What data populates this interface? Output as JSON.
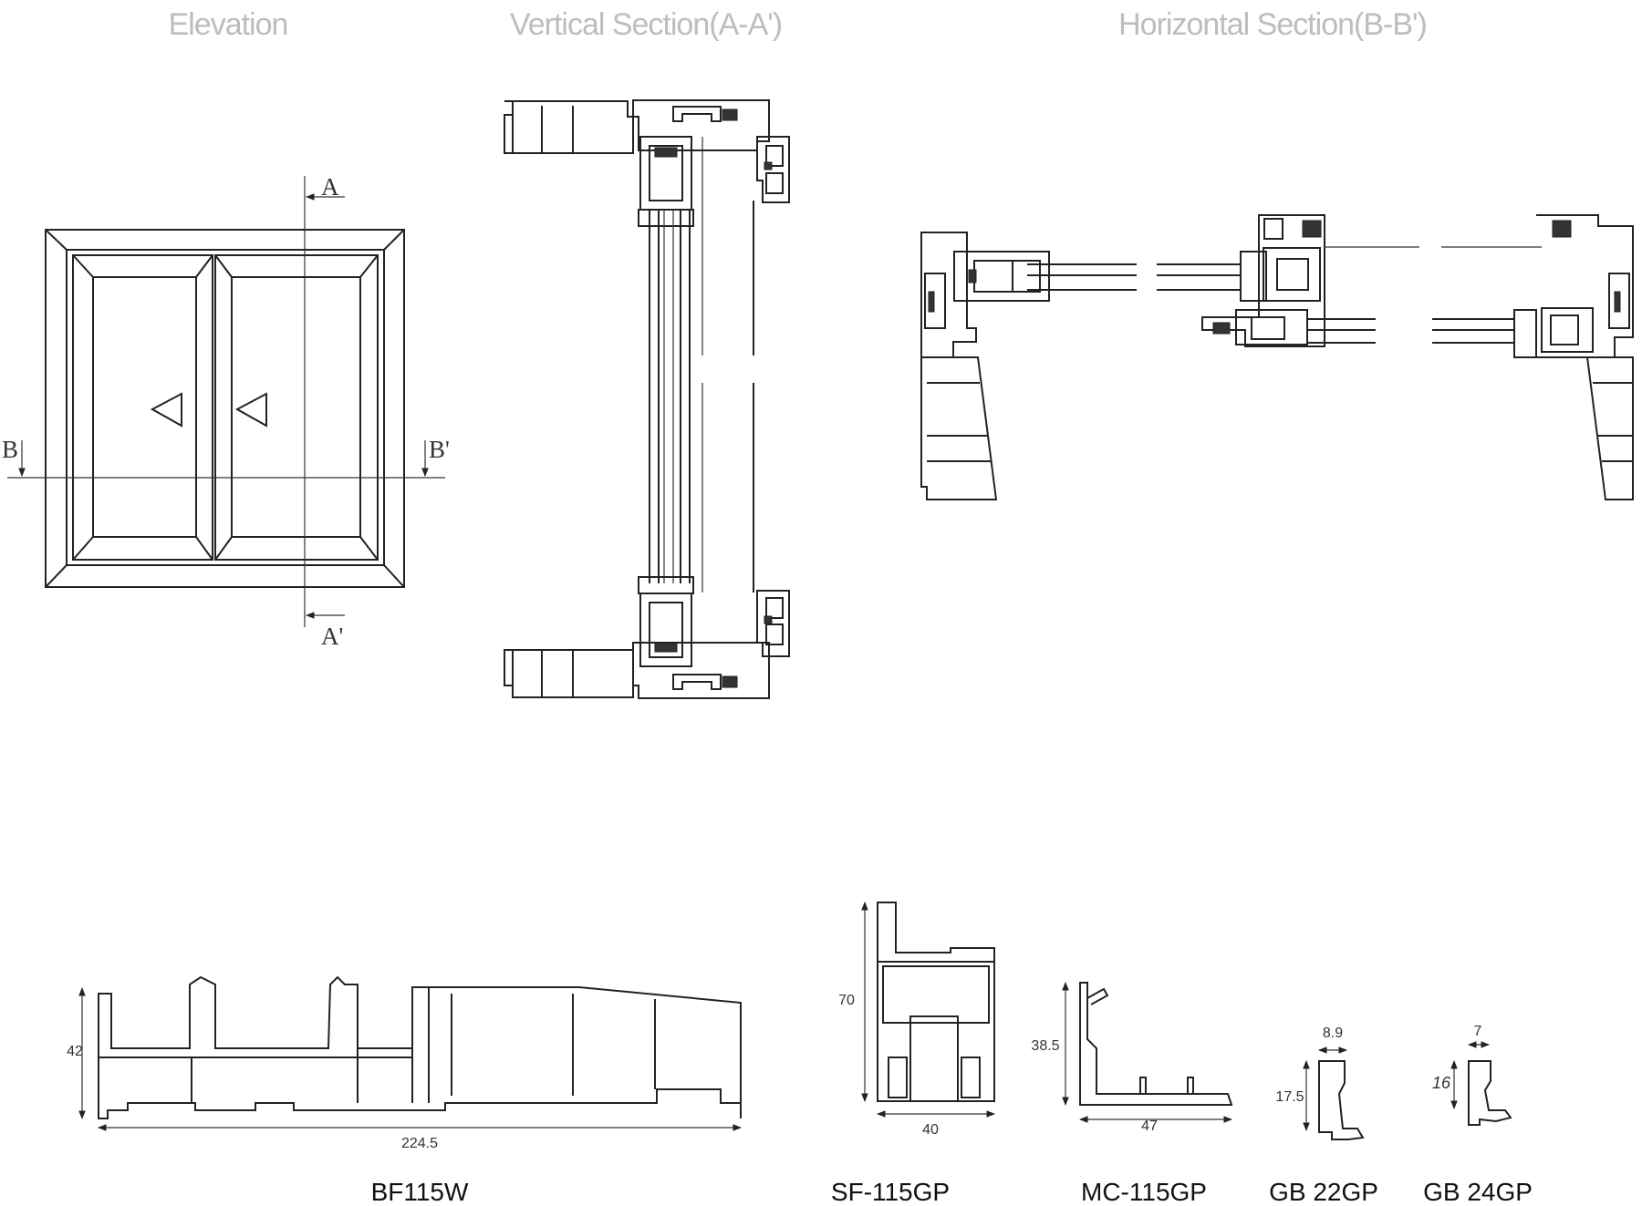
{
  "headers": {
    "elevation": "Elevation",
    "vertical_section": "Vertical Section(A-A')",
    "horizontal_section": "Horizontal Section(B-B')"
  },
  "section_marks": {
    "a_top": "A",
    "a_bottom": "A'",
    "b_left": "B",
    "b_right": "B'"
  },
  "profiles": [
    {
      "code": "BF115W",
      "dims": [
        "42",
        "224.5"
      ]
    },
    {
      "code": "SF-115GP",
      "dims": [
        "70",
        "40"
      ]
    },
    {
      "code": "MC-115GP",
      "dims": [
        "38.5",
        "47"
      ]
    },
    {
      "code": "GB 22GP",
      "dims": [
        "8.9",
        "17.5"
      ]
    },
    {
      "code": "GB 24GP",
      "dims": [
        "7",
        "16"
      ]
    }
  ],
  "colors": {
    "line": "#222222",
    "header": "#bdbdbd"
  }
}
